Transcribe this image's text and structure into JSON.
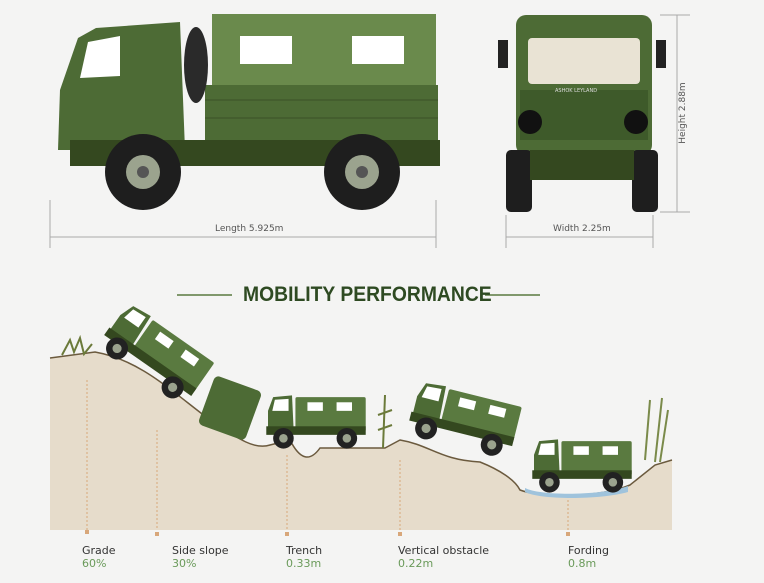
{
  "dimensions": {
    "length": "Length 5.925m",
    "width": "Width 2.25m",
    "height": "Height 2.88m"
  },
  "front_badge": "ASHOK LEYLAND",
  "section_title": "MOBILITY PERFORMANCE",
  "metrics": [
    {
      "label": "Grade",
      "value": "60%"
    },
    {
      "label": "Side slope",
      "value": "30%"
    },
    {
      "label": "Trench",
      "value": "0.33m"
    },
    {
      "label": "Vertical obstacle",
      "value": "0.22m"
    },
    {
      "label": "Fording",
      "value": "0.8m"
    }
  ],
  "colors": {
    "truck": "#4d6b35",
    "title": "#2e4a22",
    "ground": "#e6dccb",
    "value": "#6a9a5a"
  }
}
